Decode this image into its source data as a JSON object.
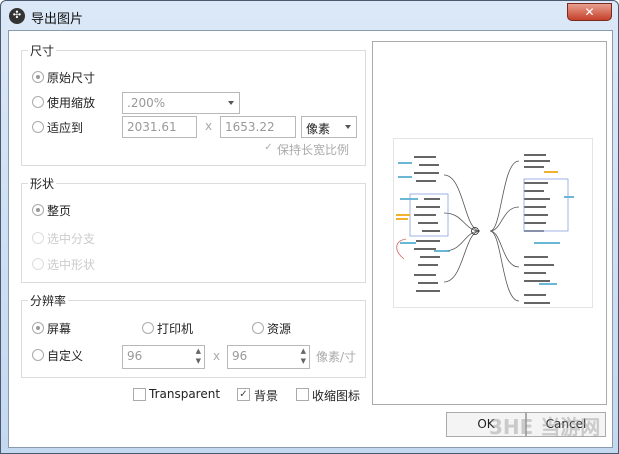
{
  "window": {
    "title": "导出图片",
    "icon": "app-logo-icon",
    "close": "✕"
  },
  "size": {
    "label": "尺寸",
    "original": "原始尺寸",
    "scale": "使用缩放",
    "scale_value": ".200%",
    "fit": "适应到",
    "width": "2031.61",
    "x": "x",
    "height": "1653.22",
    "unit": "像素",
    "keep_ratio": "保持长宽比例",
    "selected": "original"
  },
  "shape": {
    "label": "形状",
    "whole": "整页",
    "branch": "选中分支",
    "selected_shape": "选中形状",
    "selected": "whole"
  },
  "resolution": {
    "label": "分辨率",
    "screen": "屏幕",
    "printer": "打印机",
    "source": "资源",
    "custom": "自定义",
    "dpi_x": "96",
    "x": "x",
    "dpi_y": "96",
    "unit": "像素/寸",
    "selected": "screen"
  },
  "options": {
    "transparent": "Transparent",
    "transparent_checked": false,
    "background": "背景",
    "background_checked": true,
    "collapse_icon": "收缩图标",
    "collapse_icon_checked": false
  },
  "buttons": {
    "ok": "OK",
    "cancel": "Cancel"
  },
  "watermark": "3HE 当游网"
}
